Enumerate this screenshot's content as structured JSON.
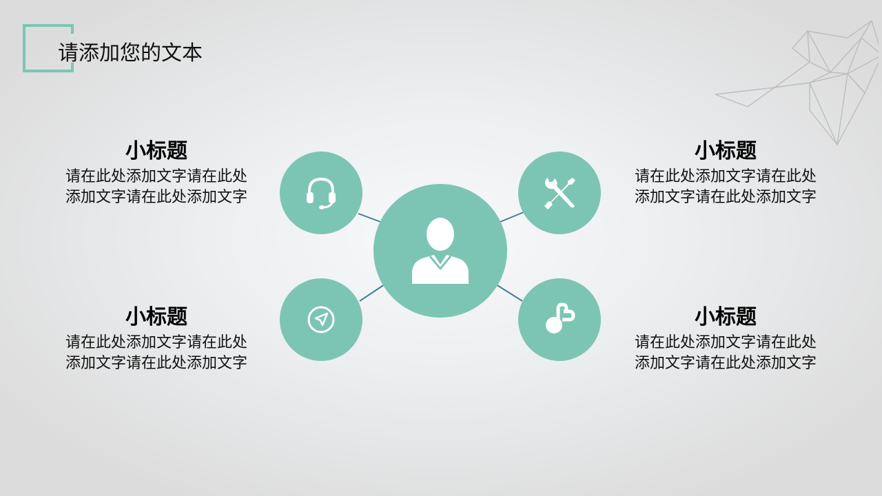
{
  "title": "请添加您的文本",
  "colors": {
    "accent": "#7cc5b4",
    "connector": "#3d7f98",
    "deco_line": "#bdbdbd"
  },
  "center_icon": "user-icon",
  "items": [
    {
      "heading": "小标题",
      "body_line1": "请在此处添加文字请在此处",
      "body_line2": "添加文字请在此处添加文字",
      "icon": "headset-icon"
    },
    {
      "heading": "小标题",
      "body_line1": "请在此处添加文字请在此处",
      "body_line2": "添加文字请在此处添加文字",
      "icon": "tools-icon"
    },
    {
      "heading": "小标题",
      "body_line1": "请在此处添加文字请在此处",
      "body_line2": "添加文字请在此处添加文字",
      "icon": "send-icon"
    },
    {
      "heading": "小标题",
      "body_line1": "请在此处添加文字请在此处",
      "body_line2": "添加文字请在此处添加文字",
      "icon": "link-icon"
    }
  ]
}
